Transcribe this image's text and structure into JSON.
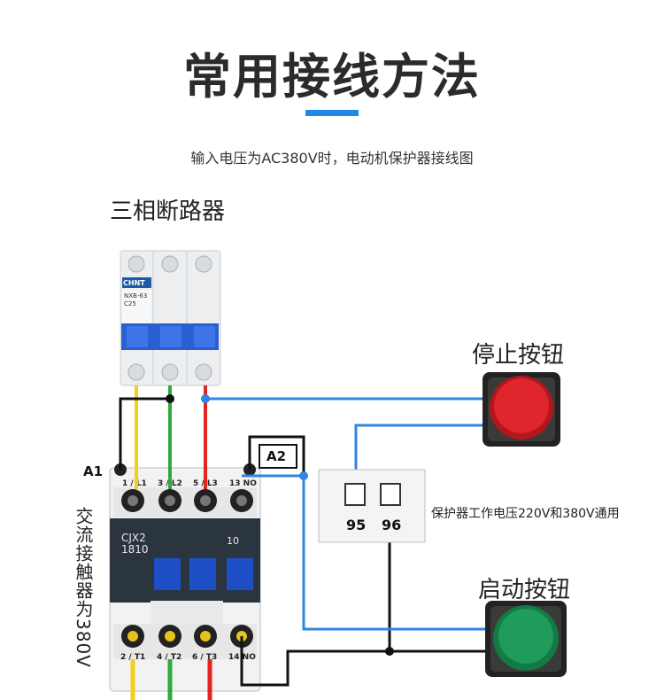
{
  "title": "常用接线方法",
  "subtitle": "输入电压为AC380V时，电动机保护器接线图",
  "breaker": {
    "label": "三相断路器",
    "brand": "CHNT",
    "model": "NXB-63",
    "rating": "C25"
  },
  "stop_button": {
    "label": "停止按钮",
    "color": "#d81f26"
  },
  "start_button": {
    "label": "启动按钮",
    "color": "#1f9c5a"
  },
  "protector": {
    "terminal_left": "95",
    "terminal_right": "96",
    "note": "保护器工作电压220V和380V通用"
  },
  "contactor": {
    "label": "交流接触器为380V",
    "model_line1": "CJX2",
    "model_line2": "1810",
    "contact_type": "10",
    "coil_a1": "A1",
    "coil_a2": "A2",
    "top_terminals": [
      "1 / L1",
      "3 / L2",
      "5 / L3",
      "13 NO"
    ],
    "bottom_terminals": [
      "2 / T1",
      "4 / T2",
      "6 / T3",
      "14 NO"
    ]
  },
  "wire_colors": {
    "yellow": "#f2cf1d",
    "green": "#2eaa3c",
    "red": "#e0261e",
    "black": "#111111",
    "blue": "#2f86e0"
  }
}
